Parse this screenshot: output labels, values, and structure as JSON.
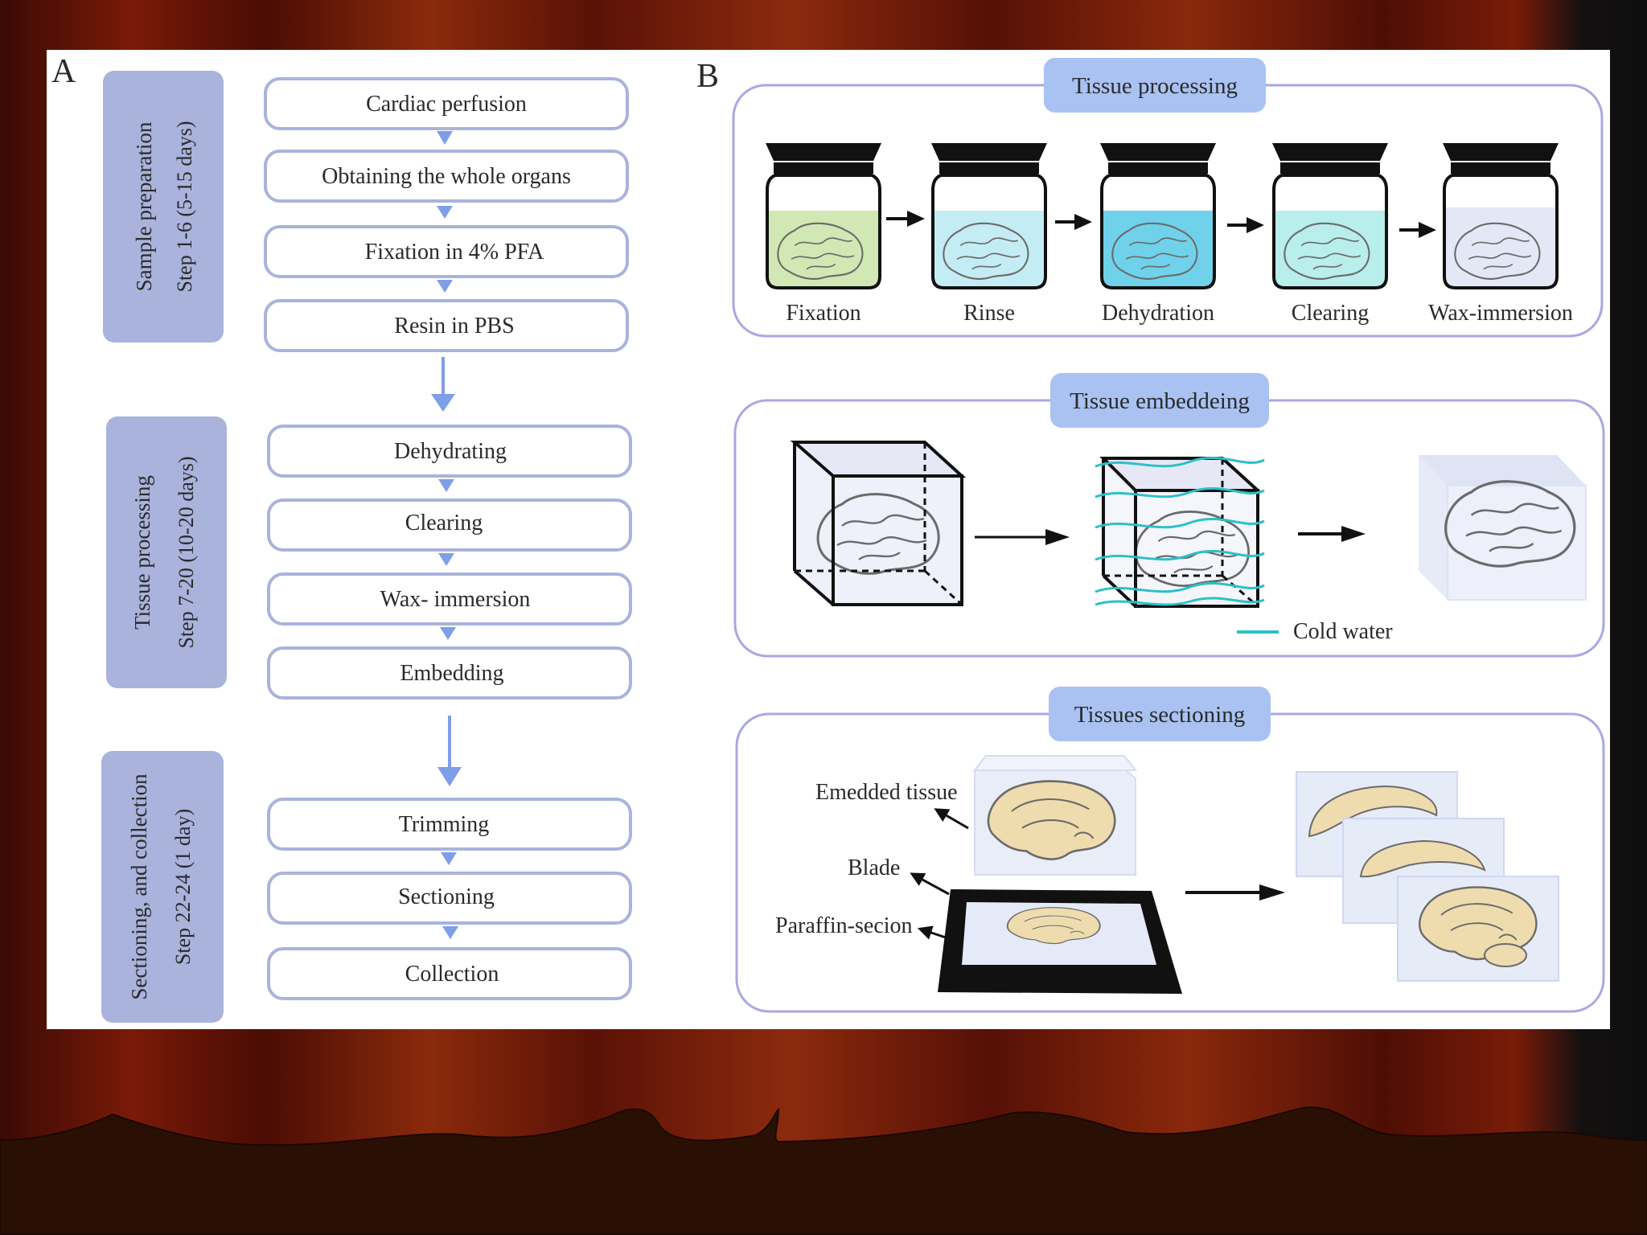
{
  "panel_a": {
    "letter": "A",
    "phases": [
      {
        "title": "Sample preparation",
        "steps_text": "Step 1-6 (5-15 days)",
        "items": [
          "Cardiac perfusion",
          "Obtaining the whole organs",
          "Fixation in 4% PFA",
          "Resin in PBS"
        ]
      },
      {
        "title": "Tissue processing",
        "steps_text": "Step 7-20 (10-20 days)",
        "items": [
          "Dehydrating",
          "Clearing",
          "Wax- immersion",
          "Embedding"
        ]
      },
      {
        "title": "Sectioning, and collection",
        "steps_text": "Step 22-24 (1 day)",
        "items": [
          "Trimming",
          "Sectioning",
          "Collection"
        ]
      }
    ]
  },
  "panel_b": {
    "letter": "B",
    "processing": {
      "title": "Tissue processing",
      "jars": [
        {
          "label": "Fixation",
          "liquid": "#d2e8b4"
        },
        {
          "label": "Rinse",
          "liquid": "#c4ecf4"
        },
        {
          "label": "Dehydration",
          "liquid": "#6fd2ea"
        },
        {
          "label": "Clearing",
          "liquid": "#b8eeec"
        },
        {
          "label": "Wax-immersion",
          "liquid": "#e4e8f6"
        }
      ]
    },
    "embedding": {
      "title": "Tissue embeddeing",
      "legend": "Cold water",
      "water_color": "#2cc0c8"
    },
    "sectioning": {
      "title": "Tissues sectioning",
      "labels": [
        "Emedded tissue",
        "Blade",
        "Paraffin-secion"
      ],
      "tissue_color": "#eedcae"
    }
  },
  "colors": {
    "box_fill": "#a9b3dc",
    "step_border": "#a9b3dc",
    "arrow": "#7f9ee8",
    "frame_border": "#a9a8e2",
    "title_fill": "#a9c2f2"
  }
}
